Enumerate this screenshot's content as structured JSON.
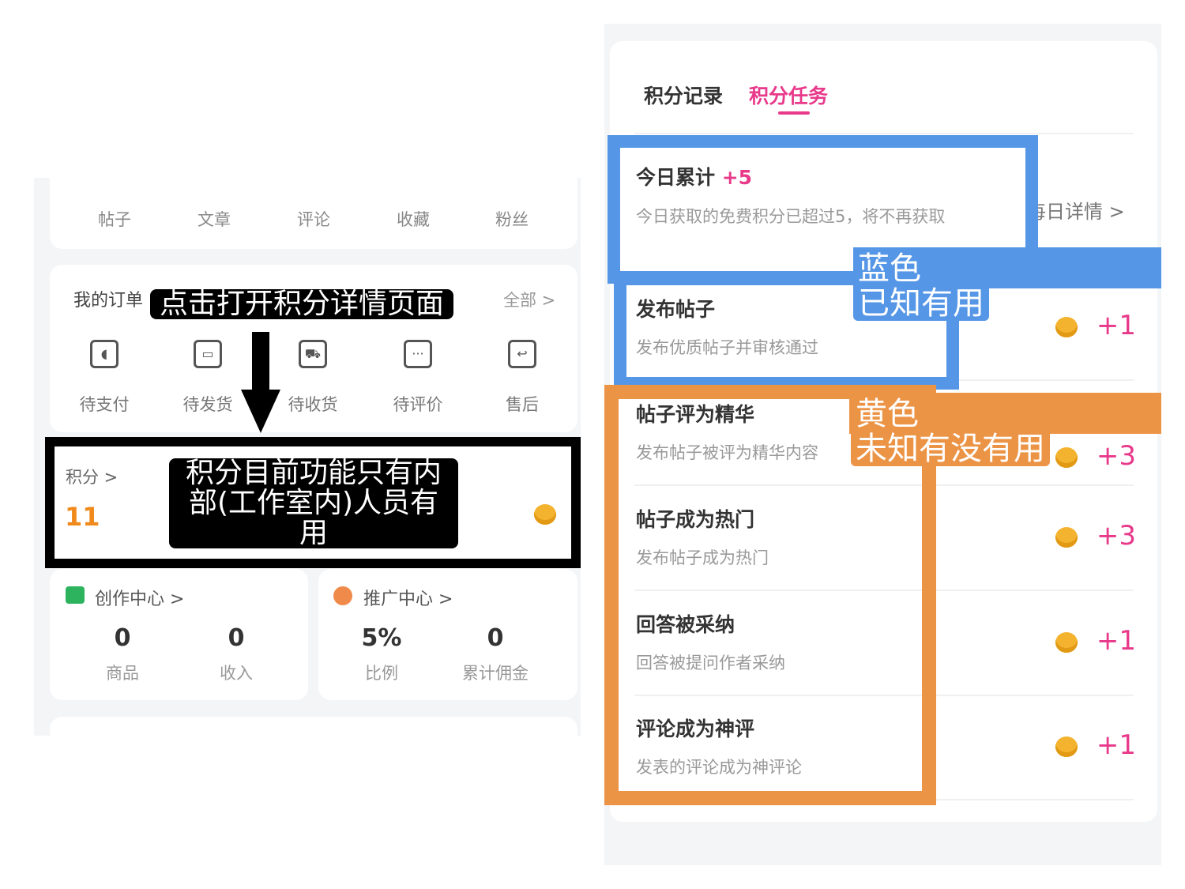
{
  "left": {
    "stats": [
      "帖子",
      "文章",
      "评论",
      "收藏",
      "粉丝"
    ],
    "orders": {
      "title": "我的订单",
      "all": "全部 >",
      "items": [
        {
          "label": "待支付",
          "icon": "wallet-icon"
        },
        {
          "label": "待发货",
          "icon": "box-icon"
        },
        {
          "label": "待收货",
          "icon": "truck-icon"
        },
        {
          "label": "待评价",
          "icon": "chat-icon"
        },
        {
          "label": "售后",
          "icon": "return-icon"
        }
      ]
    },
    "points": {
      "label": "积分 >",
      "value": "11",
      "icon": "coins-icon"
    },
    "creation": {
      "title": "创作中心 >",
      "items": [
        {
          "value": "0",
          "label": "商品"
        },
        {
          "value": "0",
          "label": "收入"
        }
      ]
    },
    "promo": {
      "title": "推广中心 >",
      "items": [
        {
          "value": "5%",
          "label": "比例"
        },
        {
          "value": "0",
          "label": "累计佣金"
        }
      ]
    }
  },
  "annotations": {
    "click_note": "点击打开积分详情页面",
    "points_note": "积分目前功能只有内部(工作室内)人员有用",
    "blue_note": "蓝色\n已知有用",
    "orange_note": "黄色\n未知有没有用",
    "blue": "#5596e6",
    "orange": "#ec9446"
  },
  "right": {
    "tabs": [
      {
        "label": "积分记录",
        "active": false
      },
      {
        "label": "积分任务",
        "active": true
      }
    ],
    "accent": "#e8398a",
    "today": {
      "title": "今日累计",
      "plus": "+5",
      "desc": "今日获取的免费积分已超过5，将不再获取",
      "detail": "每日详情 >"
    },
    "tasks": [
      {
        "title": "发布帖子",
        "desc": "发布优质帖子并审核通过",
        "reward": "+1"
      },
      {
        "title": "帖子评为精华",
        "desc": "发布帖子被评为精华内容",
        "reward": "+3"
      },
      {
        "title": "帖子成为热门",
        "desc": "发布帖子成为热门",
        "reward": "+3"
      },
      {
        "title": "回答被采纳",
        "desc": "回答被提问作者采纳",
        "reward": "+1"
      },
      {
        "title": "评论成为神评",
        "desc": "发表的评论成为神评论",
        "reward": "+1"
      }
    ]
  }
}
